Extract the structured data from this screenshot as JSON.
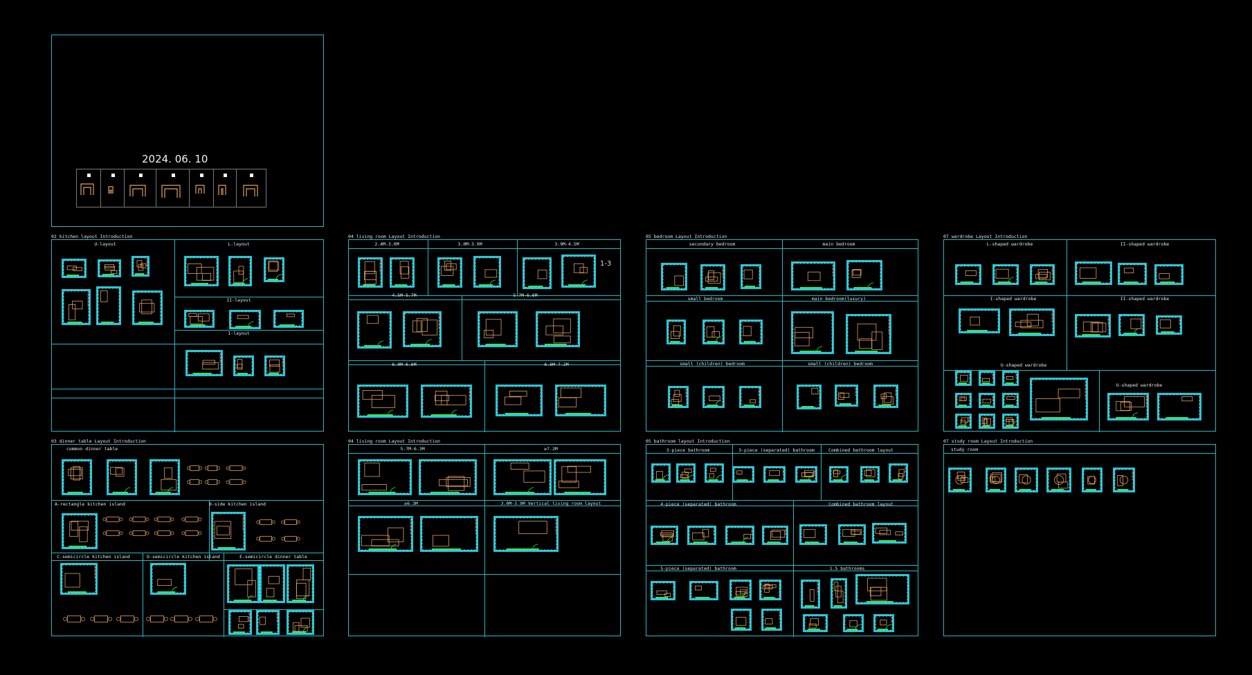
{
  "cover": {
    "date": "2024. 06. 10"
  },
  "sheets": {
    "kitchen": {
      "title": "02 kitchen layout Introduction",
      "sections": [
        "U-layout",
        "L-layout",
        "II-layout",
        "I-layout"
      ]
    },
    "living_a": {
      "title": "04 living room Layout Introduction",
      "sections": [
        "2.4M-3.0M",
        "3.0M-3.9M",
        "3.9M-4.5M",
        "4.5M-5.7M",
        "5.7M-6.6M",
        "6.0M-6.6M",
        "6.6M-7.2M"
      ],
      "side_label": "1-3"
    },
    "bedroom": {
      "title": "05 bedroom Layout Introduction",
      "sections": [
        "secondary bedroom",
        "main bedroom",
        "small bedroom",
        "main bedroom(luxury)",
        "small (children) bedroom",
        "small (children) bedroom"
      ]
    },
    "wardrobe": {
      "title": "07 wardrobe Layout Introduction",
      "sections": [
        "L-shaped wardrobe",
        "II-shaped wardrobe",
        "I-shaped wardrobe",
        "II-shaped wardrobe",
        "U-shaped wardrobe",
        "U-shaped wardrobe"
      ]
    },
    "dinner": {
      "title": "03 dinner table Layout Introduction",
      "sections": [
        "common dinner table",
        "A-rectangle kitchen island",
        "B-side kitchen island",
        "C-semicircle kitchen island",
        "D-semicircle kitchen island",
        "E-semicircle dinner table"
      ]
    },
    "living_b": {
      "title": "04 living room Layout Introduction",
      "sections": [
        "5.7M-6.3M",
        "≥7.2M",
        "≥6.3M",
        "3.0M-3.9M   Vertical living room layout"
      ]
    },
    "bathroom": {
      "title": "05 bathroom layout Introduction",
      "sections": [
        "3-piece bathroom",
        "3-piece (separated) bathroom",
        "Combined bathroom layout",
        "4-piece (separated) bathroom",
        "Combined bathroom layout",
        "5-piece (separated) bathroom",
        "1.5 bathrooms"
      ]
    },
    "study": {
      "title": "07 study room Layout Introduction",
      "sections": [
        "study room"
      ]
    }
  },
  "colors": {
    "frame": "#27b9c4",
    "wall": "#22c7d6",
    "green": "#3ee04a",
    "furniture": "#e0a060",
    "white": "#ffffff",
    "red": "#e04040",
    "magenta": "#d050d0"
  }
}
